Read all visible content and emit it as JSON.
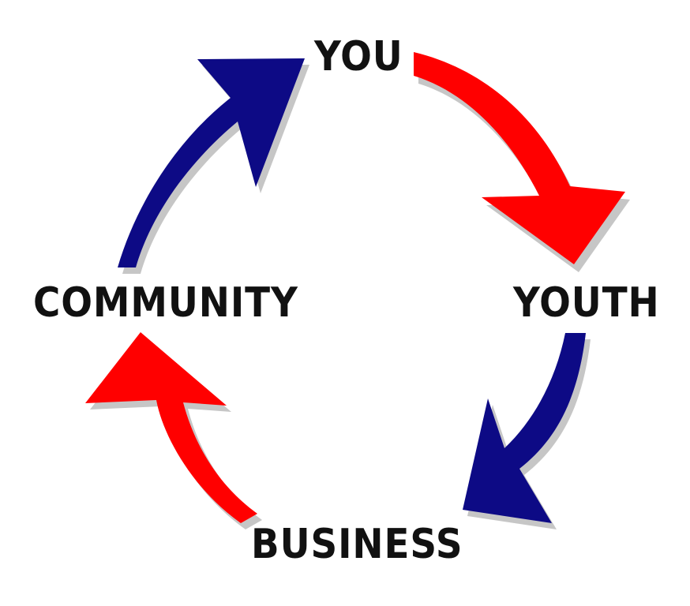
{
  "nodes": [
    {
      "id": "you",
      "label": "YOU"
    },
    {
      "id": "youth",
      "label": "YOUTH"
    },
    {
      "id": "business",
      "label": "BUSINESS"
    },
    {
      "id": "community",
      "label": "COMMUNITY"
    }
  ],
  "arrows": [
    {
      "from": "you",
      "to": "youth",
      "color": "#ff0000"
    },
    {
      "from": "youth",
      "to": "business",
      "color": "#0d0a85"
    },
    {
      "from": "business",
      "to": "community",
      "color": "#ff0000"
    },
    {
      "from": "community",
      "to": "you",
      "color": "#0d0a85"
    }
  ],
  "colors": {
    "shadow": "#c6c6c6",
    "text": "#111111",
    "background": "#ffffff"
  }
}
